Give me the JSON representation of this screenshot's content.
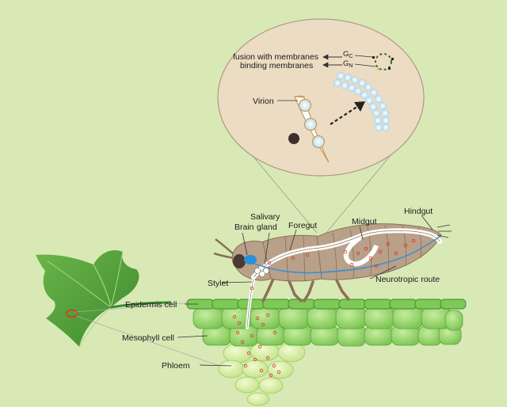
{
  "labels": {
    "fusion": "fusion with membranes",
    "binding": "binding membranes",
    "gc": "G",
    "gc_sub": "C",
    "gn": "G",
    "gn_sub": "N",
    "virion": "Virion",
    "salivary_line1": "Salivary",
    "salivary_line2": "gland",
    "brain": "Brain",
    "foregut": "Foregut",
    "midgut": "Midgut",
    "hindgut": "Hindgut",
    "stylet": "Stylet",
    "neurotropic": "Neurotropic route",
    "epidermis": "Epidermis cell",
    "mesophyll": "Mesophyll cell",
    "phloem": "Phloem"
  },
  "colors": {
    "background": "#d8e9b6",
    "inset": "#ecdcc4",
    "body": "#b8a089",
    "leaf": "#4f9a3c",
    "cell": "#8fcf66",
    "phloem": "#d6ec9a",
    "virus": "#d9342b",
    "brain": "#2b8fd8"
  }
}
